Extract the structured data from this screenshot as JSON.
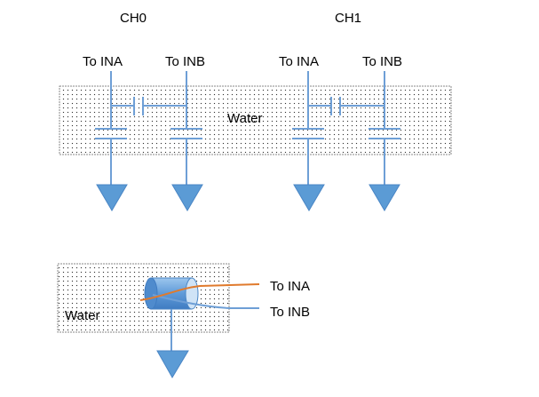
{
  "channels": [
    {
      "title": "CH0",
      "wire_a_label": "To INA",
      "wire_b_label": "To INB"
    },
    {
      "title": "CH1",
      "wire_a_label": "To INA",
      "wire_b_label": "To INB"
    }
  ],
  "top_water_label": "Water",
  "bottom": {
    "water_label": "Water",
    "ina_label": "To INA",
    "inb_label": "To INB"
  },
  "colors": {
    "wire": "#6e9fd6",
    "ground": "#5b9bd5",
    "ina_wire": "#e07a2c",
    "cylinder": "#6fa8e0",
    "water_dots": "#333333"
  }
}
